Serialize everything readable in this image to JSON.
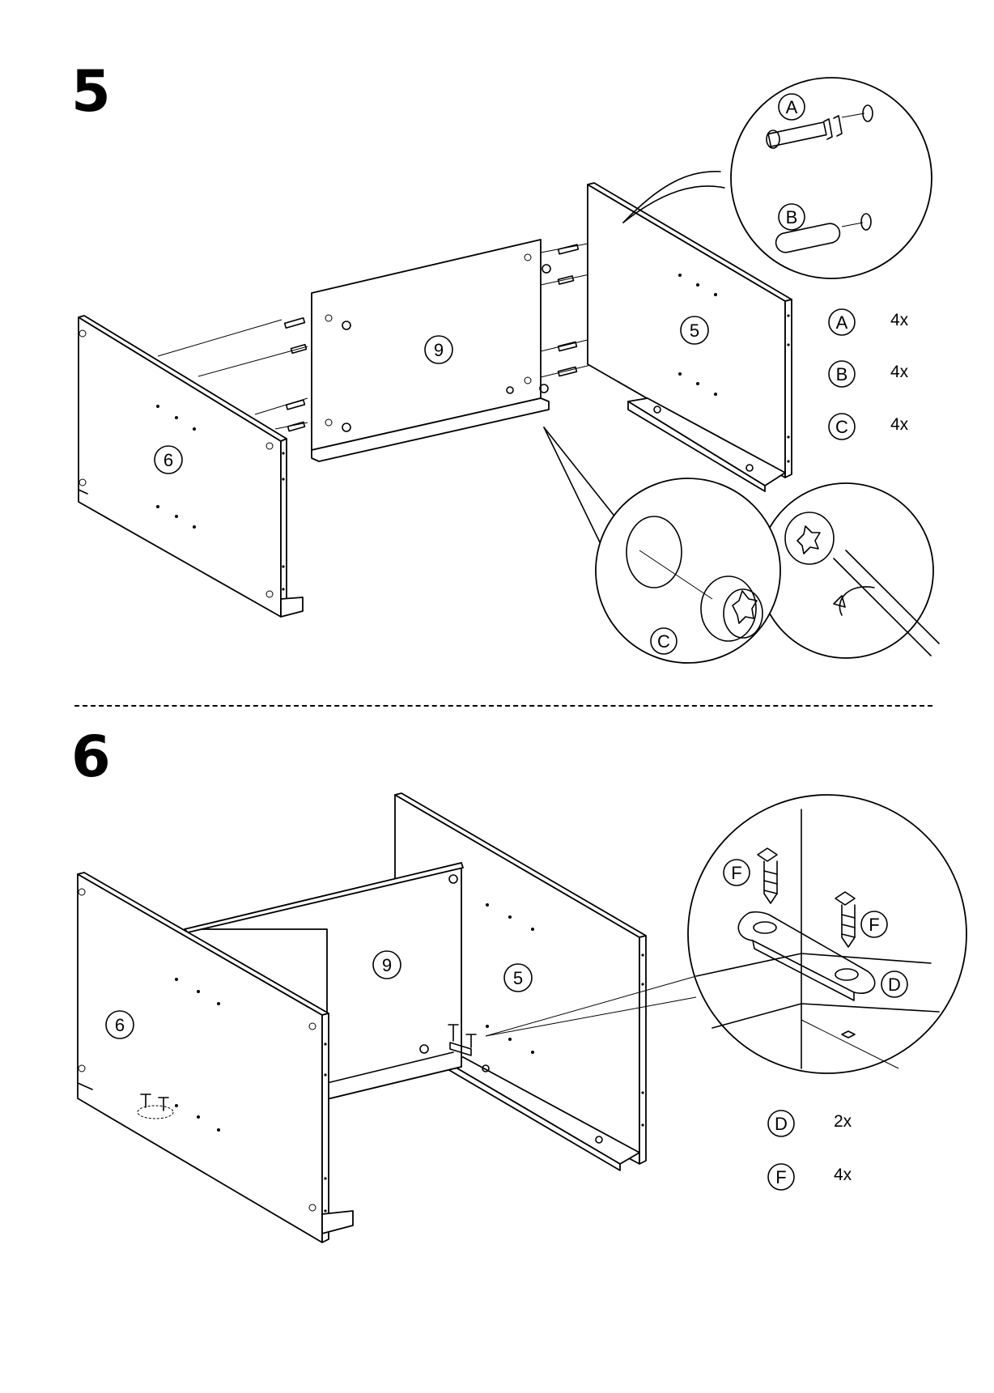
{
  "steps": [
    {
      "number": "5",
      "panels": {
        "left": "6",
        "middle": "9",
        "right": "5"
      },
      "parts": [
        {
          "id": "A",
          "qty": "4x"
        },
        {
          "id": "B",
          "qty": "4x"
        },
        {
          "id": "C",
          "qty": "4x"
        }
      ],
      "callout_labels": {
        "dowel_a": "A",
        "dowel_b": "B",
        "cam": "C"
      }
    },
    {
      "number": "6",
      "panels": {
        "left": "6",
        "middle": "9",
        "right": "5"
      },
      "parts": [
        {
          "id": "D",
          "qty": "2x"
        },
        {
          "id": "F",
          "qty": "4x"
        }
      ],
      "callout_labels": {
        "screw_1": "F",
        "screw_2": "F",
        "plate": "D"
      }
    }
  ]
}
